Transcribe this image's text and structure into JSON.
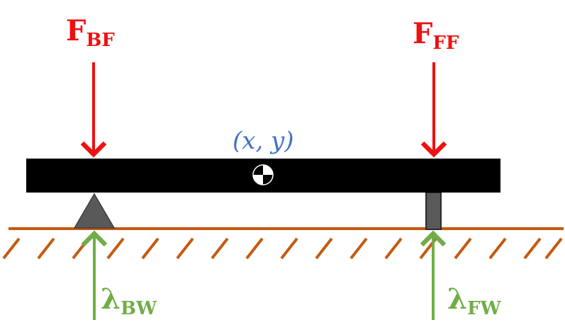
{
  "labels": {
    "back_force": {
      "main": "F",
      "sub": "BF"
    },
    "front_force": {
      "main": "F",
      "sub": "FF"
    },
    "back_wheel_reaction": {
      "main": "λ",
      "sub": "BW"
    },
    "front_wheel_reaction": {
      "main": "λ",
      "sub": "FW"
    },
    "center_of_mass": "(x, y)"
  },
  "colors": {
    "force": "#ee1111",
    "reaction": "#70ad47",
    "ground": "#c55a11",
    "coordinate": "#4472c4",
    "beam": "#000000",
    "support": "#595959"
  },
  "icons": {
    "center_of_mass": "center-of-mass-icon",
    "back_support": "triangle-support-icon",
    "front_support": "post-support-icon"
  }
}
